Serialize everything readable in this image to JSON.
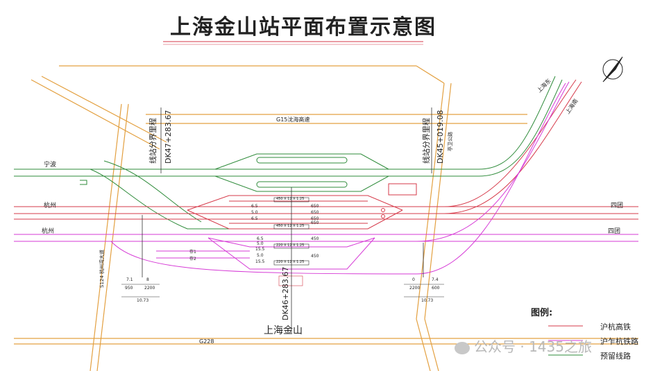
{
  "title": "上海金山站平面布置示意图",
  "labels": {
    "g15": "G15沈海高速",
    "g228": "G228",
    "s124": "S124 杭州湾大道",
    "jiwei": "亭卫公路",
    "ningbo": "宁波",
    "hangzhou_1": "杭州",
    "hangzhou_2": "杭州",
    "situan_1": "四团",
    "situan_2": "四团",
    "shanghai_east": "上海东",
    "shanghai_south": "上海南",
    "boundary_left": "线站分界里程",
    "boundary_left_km": "DK47+283.67",
    "boundary_right": "线站分界里程",
    "boundary_right_km": "DK45+019.08",
    "center_km": "DK46+283.67",
    "station_name": "上海金山"
  },
  "platforms": {
    "p1": "450 X 12 X 1.25",
    "p2": "450 X 12 X 1.25",
    "p3": "220 X 12 X 1.25",
    "p4": "220 X 12 X 1.25"
  },
  "spacings": {
    "s1": "6.5",
    "s2": "5.0",
    "s3": "6.5",
    "s4": "6.5",
    "s5": "5.0",
    "s6": "15.5",
    "s7": "5.0",
    "s8": "15.5"
  },
  "lengths": {
    "l1": "650",
    "l2": "650",
    "l3": "650",
    "l4": "650",
    "l5": "450",
    "l6": "450"
  },
  "tracks_short": {
    "t1": "存1",
    "t2": "存2"
  },
  "grades": {
    "left_a": "7.1",
    "left_b": "8",
    "left_c": "950",
    "left_d": "2200",
    "left_e": "10.73",
    "right_a": "0",
    "right_b": "7.4",
    "right_c": "2200",
    "right_d": "600",
    "right_e": "10.73"
  },
  "legend": {
    "title": "图例:",
    "items": [
      {
        "name": "沪杭高铁",
        "color": "#d63a4a"
      },
      {
        "name": "沪乍杭铁路",
        "color": "#d63ad6"
      },
      {
        "name": "预留线路",
        "color": "#2e8b3a"
      }
    ]
  },
  "watermark": "公众号 · 1435之旅",
  "colors": {
    "hsr": "#d63a4a",
    "pzh": "#d63ad6",
    "reserved": "#2e8b3a",
    "road": "#e3a040"
  }
}
